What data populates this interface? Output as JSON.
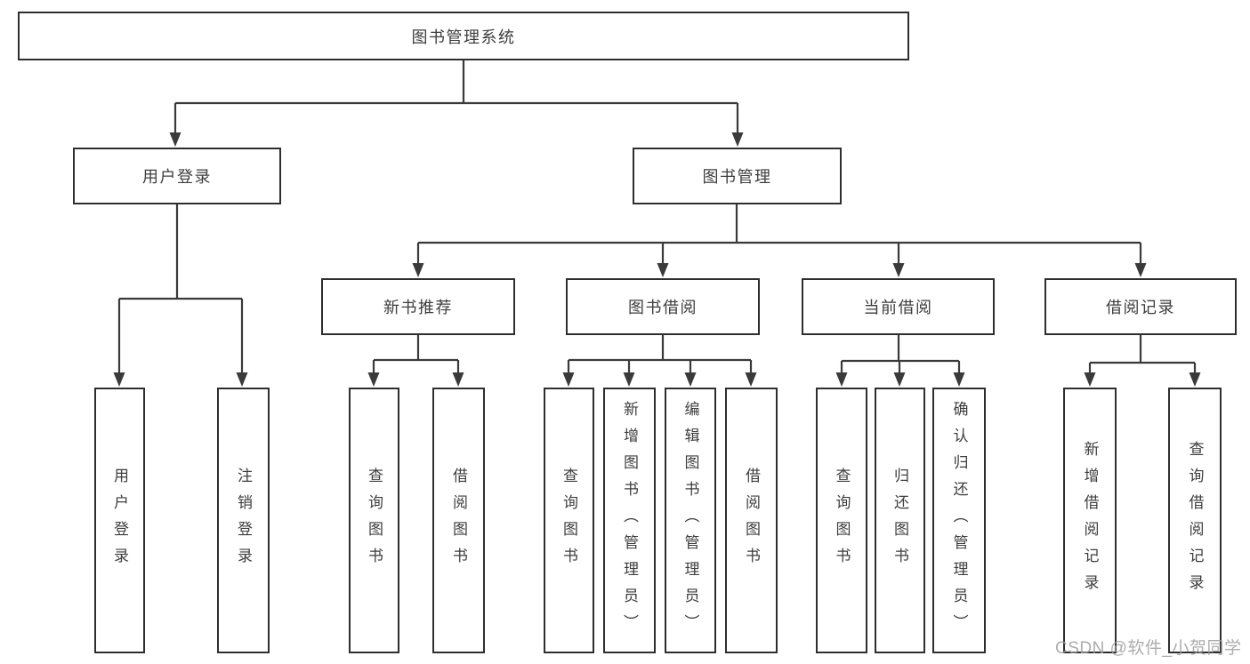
{
  "diagram": {
    "root": {
      "label": "图书管理系统"
    },
    "level2": {
      "user_login": {
        "label": "用户登录",
        "children": [
          "用户登录",
          "注销登录"
        ]
      },
      "book_management": {
        "label": "图书管理"
      }
    },
    "level3": {
      "new_book_recommend": {
        "label": "新书推荐",
        "children": [
          "查询图书",
          "借阅图书"
        ]
      },
      "book_borrowing": {
        "label": "图书借阅",
        "children": [
          "查询图书",
          "新增图书（管理员）",
          "编辑图书（管理员）",
          "借阅图书"
        ]
      },
      "current_borrowing": {
        "label": "当前借阅",
        "children": [
          "查询图书",
          "归还图书",
          "确认归还（管理员）"
        ]
      },
      "borrowing_records": {
        "label": "借阅记录",
        "children": [
          "新增借阅记录",
          "查询借阅记录"
        ]
      }
    },
    "colors": {
      "line": "#3a3a3a",
      "border": "#2e2e2e",
      "text": "#3d3d3d",
      "background": "#ffffff",
      "watermark": "#9e9e9e"
    }
  },
  "watermark": {
    "text": "CSDN @软件_小贺同学"
  }
}
